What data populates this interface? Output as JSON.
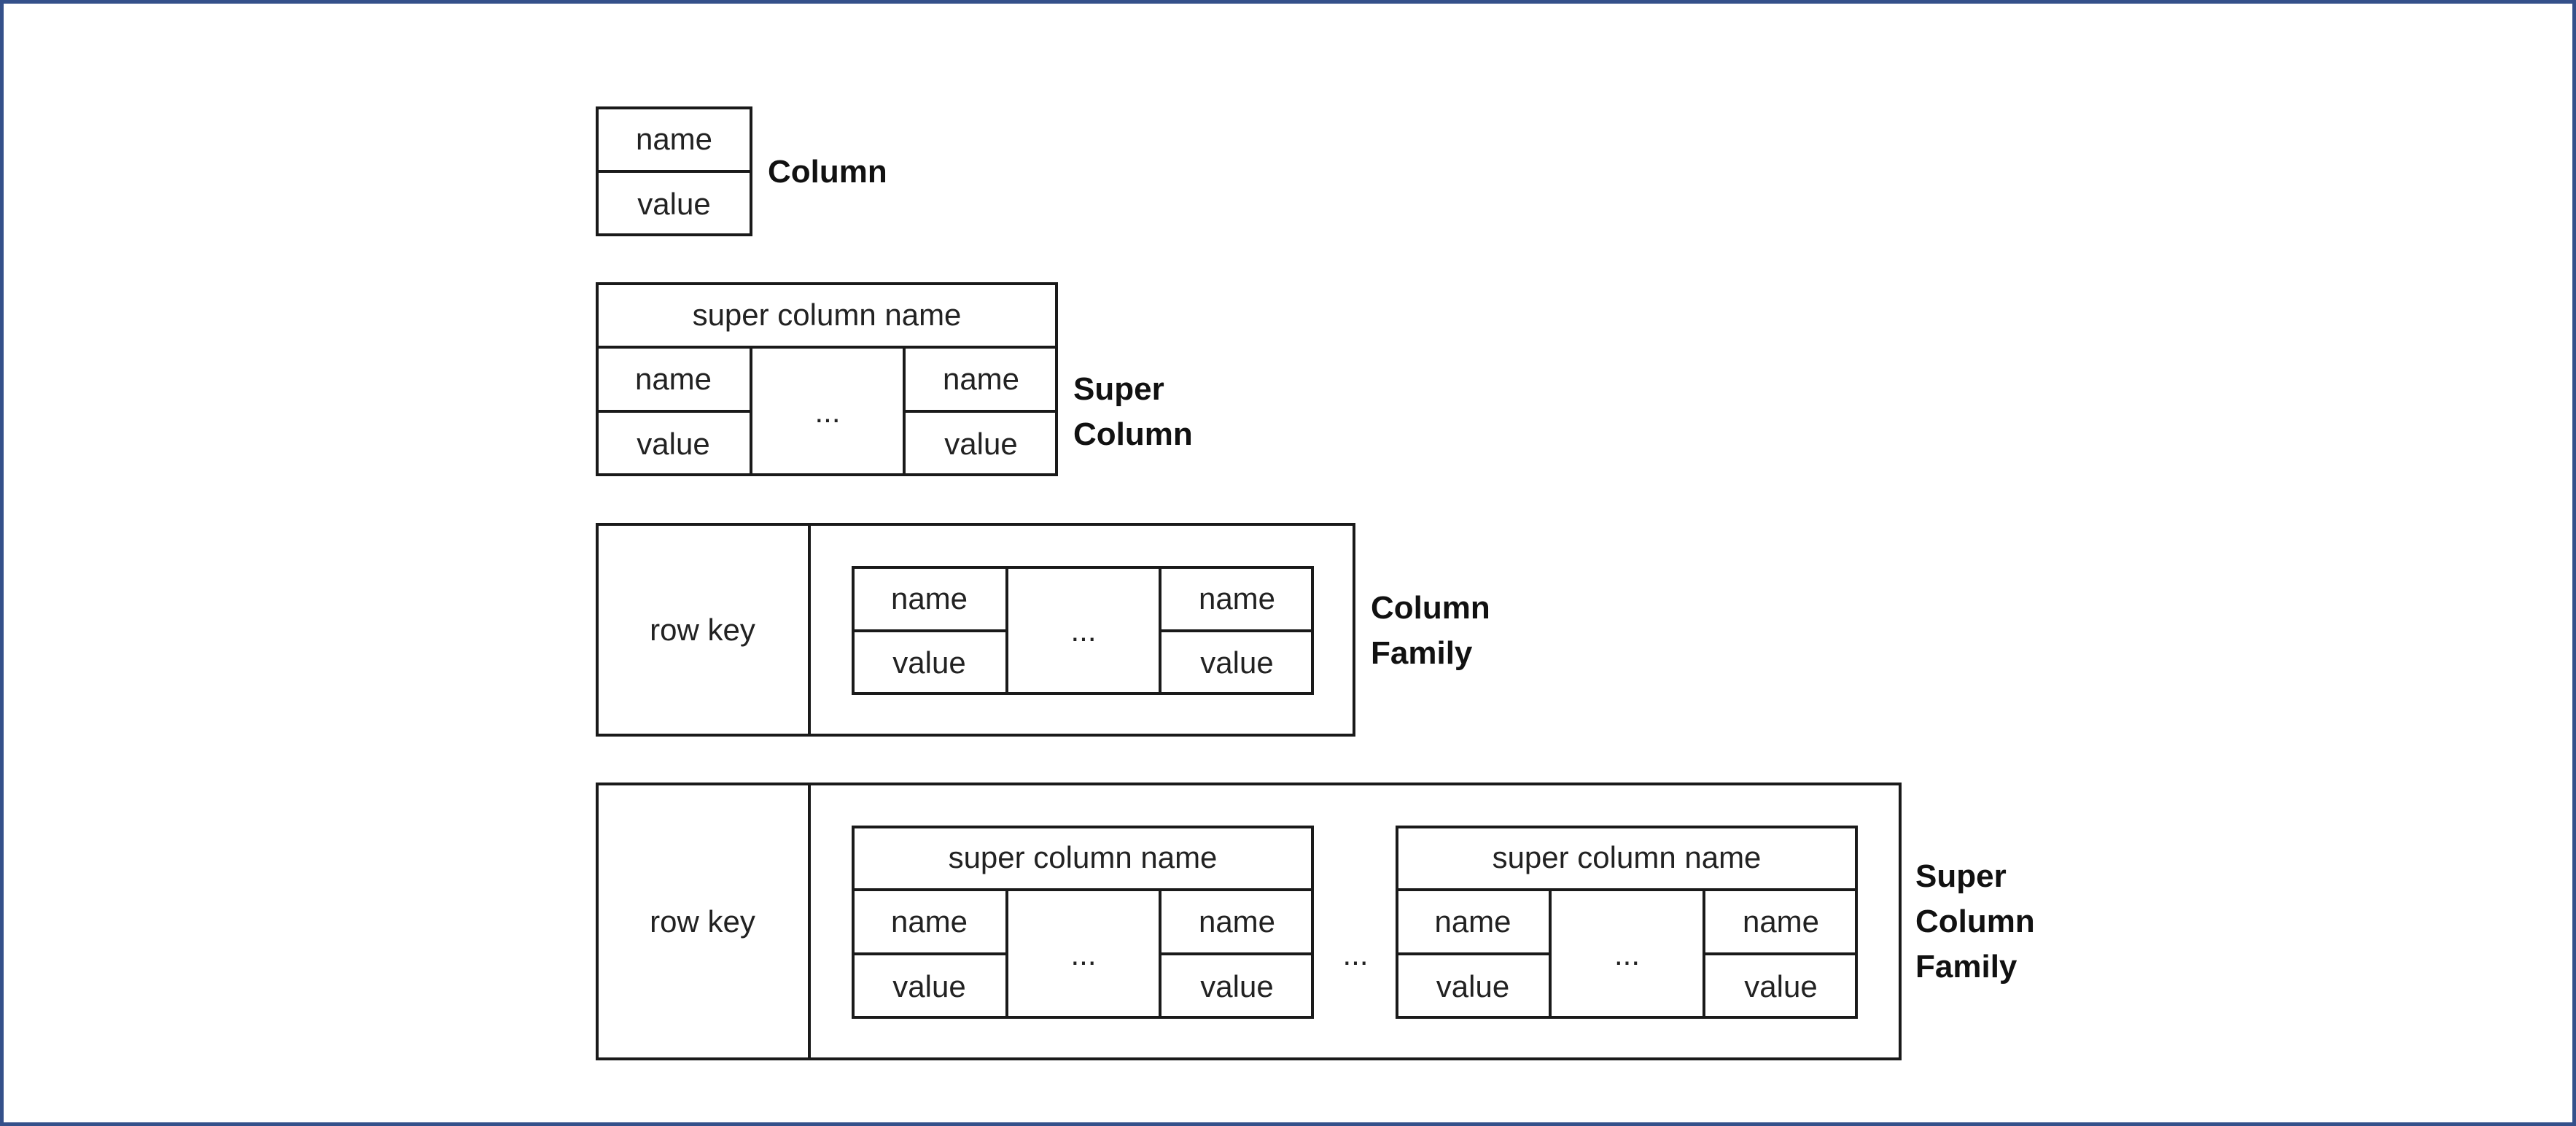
{
  "column": {
    "name": "name",
    "value": "value",
    "label": "Column"
  },
  "super_column": {
    "header": "super column name",
    "name_left": "name",
    "value_left": "value",
    "ellipsis": "...",
    "name_right": "name",
    "value_right": "value",
    "label": "Super\nColumn"
  },
  "column_family": {
    "row_key": "row key",
    "name_left": "name",
    "value_left": "value",
    "ellipsis": "...",
    "name_right": "name",
    "value_right": "value",
    "label": "Column\nFamily"
  },
  "super_column_family": {
    "row_key": "row key",
    "outer_ellipsis": "...",
    "label": "Super\nColumn\nFamily",
    "super_columns": [
      {
        "header": "super column name",
        "name_left": "name",
        "value_left": "value",
        "ellipsis": "...",
        "name_right": "name",
        "value_right": "value"
      },
      {
        "header": "super column name",
        "name_left": "name",
        "value_left": "value",
        "ellipsis": "...",
        "name_right": "name",
        "value_right": "value"
      }
    ]
  }
}
